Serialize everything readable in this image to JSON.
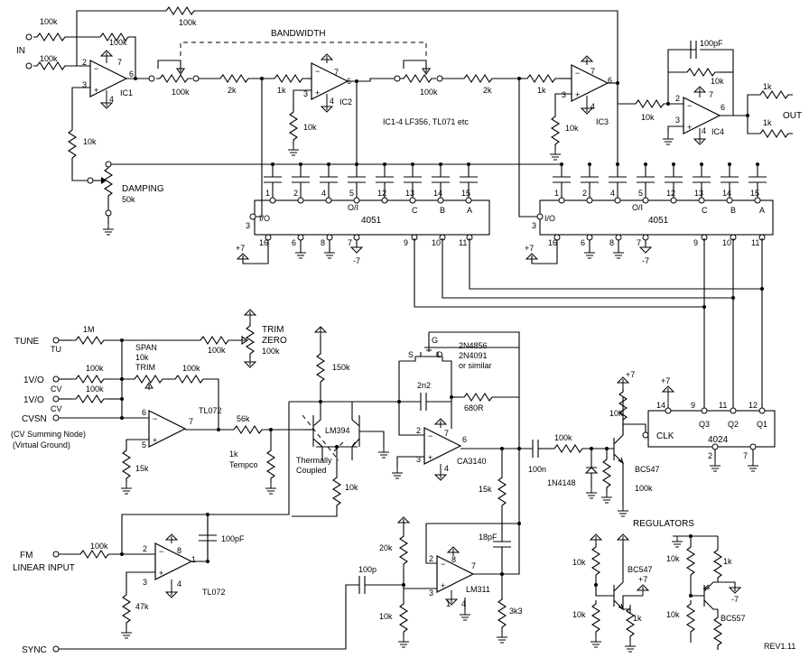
{
  "labels": {
    "in": "IN",
    "out": "OUT",
    "bandwidth": "BANDWIDTH",
    "damping": "DAMPING",
    "damping_val": "50k",
    "ic_note": "IC1-4 LF356, TL071 etc",
    "ic1": "IC1",
    "ic2": "IC2",
    "ic3": "IC3",
    "ic4": "IC4",
    "mux1": "4051",
    "mux2": "4051",
    "io": "I/O",
    "oi": "O/I",
    "tune": "TUNE",
    "tu": "TU",
    "span": "SPAN",
    "span_val": "10k",
    "trim": "TRIM",
    "trim_zero_1": "TRIM",
    "trim_zero_2": "ZERO",
    "trim_zero_val": "100k",
    "v1o_a": "1V/O",
    "cv_a": "CV",
    "v1o_b": "1V/O",
    "cv_b": "CV",
    "cvsn": "CVSN",
    "cv_note_1": "(CV Summing Node)",
    "cv_note_2": "(Virtual Ground)",
    "tl072_a": "TL072",
    "tl072_b": "TL072",
    "tempco_1": "1k",
    "tempco_2": "Tempco",
    "lm394": "LM394",
    "thermal_1": "Thermally",
    "thermal_2": "Coupled",
    "jfet_1": "2N4856",
    "jfet_2": "2N4091",
    "jfet_3": "or similar",
    "jfet_g": "G",
    "jfet_s": "S",
    "jfet_d": "D",
    "ca3140": "CA3140",
    "diode": "1N4148",
    "bc547": "BC547",
    "clk": "CLK",
    "counter": "4024",
    "q3": "Q3",
    "q2": "Q2",
    "q1": "Q1",
    "fm_1": "FM",
    "fm_2": "LINEAR INPUT",
    "lm311": "LM311",
    "sync": "SYNC",
    "regulators": "REGULATORS",
    "bc547_reg": "BC547",
    "bc557_reg": "BC557",
    "plus7": "+7",
    "minus7": "-7",
    "rev": "REV1.11"
  },
  "values": {
    "r100k": "100k",
    "r10k": "10k",
    "r2k": "2k",
    "r1k": "1k",
    "r1M": "1M",
    "r56k": "56k",
    "r150k": "150k",
    "r680": "680R",
    "r15k": "15k",
    "r20k": "20k",
    "r47k": "47k",
    "r3k3": "3k3",
    "c100pF": "100pF",
    "c2n2": "2n2",
    "c100n": "100n",
    "c18pF": "18pF",
    "c100p": "100p"
  },
  "pins": {
    "p1": "1",
    "p2": "2",
    "p3": "3",
    "p4": "4",
    "p5": "5",
    "p6": "6",
    "p7": "7",
    "p8": "8",
    "p9": "9",
    "p10": "10",
    "p11": "11",
    "p12": "12",
    "p13": "13",
    "p14": "14",
    "p15": "15",
    "p16": "16",
    "pA": "A",
    "pB": "B",
    "pC": "C"
  }
}
